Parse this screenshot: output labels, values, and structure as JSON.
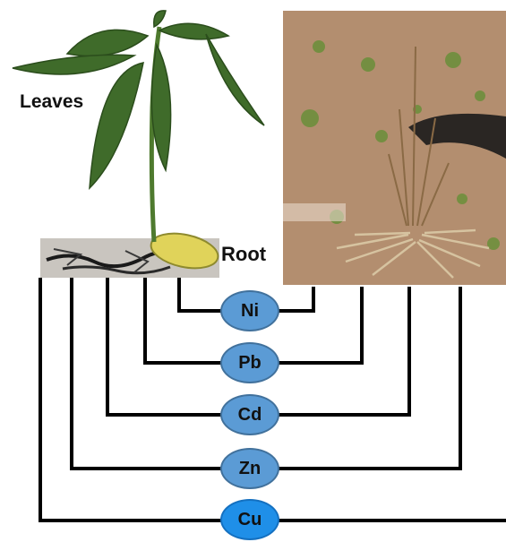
{
  "labels": {
    "leaves": "Leaves",
    "root": "Root"
  },
  "metals": [
    {
      "symbol": "Ni"
    },
    {
      "symbol": "Pb"
    },
    {
      "symbol": "Cd"
    },
    {
      "symbol": "Zn"
    },
    {
      "symbol": "Cu"
    }
  ],
  "colors": {
    "node_fill": "#5b9bd5",
    "node_highlight": "#1f8fe8",
    "connector": "#000000",
    "soil": "#b89478",
    "leaf": "#3f6b2a"
  },
  "images": {
    "seedling": "seedling-photo",
    "field": "field-photo"
  }
}
